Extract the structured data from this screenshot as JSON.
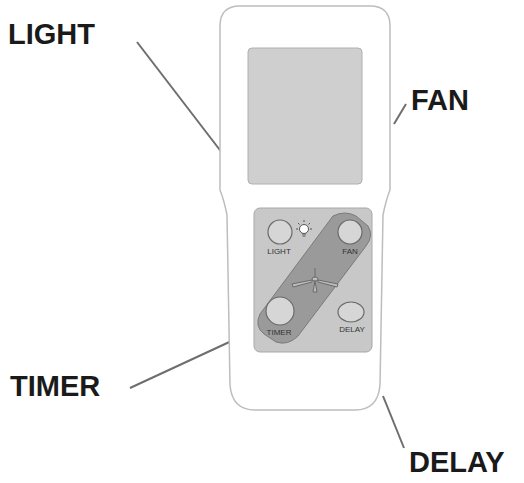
{
  "diagram": {
    "labels": [
      "LIGHT",
      "FAN",
      "TIMER",
      "DELAY",
      "LIGHT",
      "FAN",
      "TIMER",
      "DELAY"
    ]
  }
}
